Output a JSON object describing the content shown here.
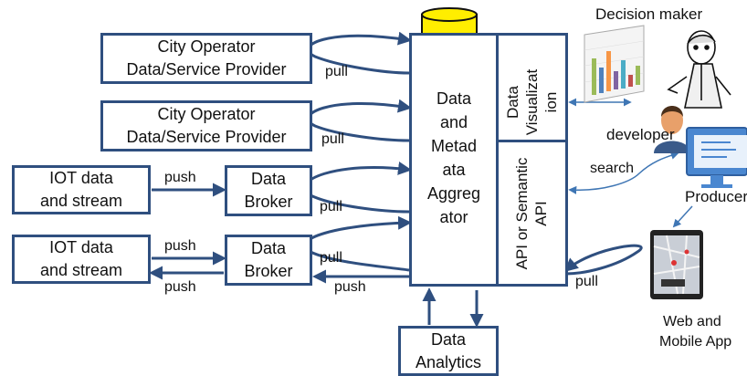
{
  "providers": [
    {
      "line1": "City Operator",
      "line2": "Data/Service Provider",
      "arrow": "pull"
    },
    {
      "line1": "City Operator",
      "line2": "Data/Service Provider",
      "arrow": "pull"
    }
  ],
  "iot": [
    {
      "line1": "IOT data",
      "line2": "and stream",
      "push_label": "push"
    },
    {
      "line1": "IOT data",
      "line2": "and stream",
      "push_label": "push",
      "push_back_label": "push"
    }
  ],
  "brokers": [
    {
      "line1": "Data",
      "line2": "Broker",
      "arrow": "pull"
    },
    {
      "line1": "Data",
      "line2": "Broker",
      "arrow": "pull",
      "push_label": "push"
    }
  ],
  "aggregator": {
    "lines": [
      "Data",
      "and",
      "Metad",
      "ata",
      "Aggreg",
      "ator"
    ]
  },
  "visualization": {
    "line1": "Data",
    "line2": "Visualizat",
    "line3": "ion"
  },
  "api": {
    "line1": "API  or Semantic",
    "line2": "API"
  },
  "analytics": {
    "line1": "Data",
    "line2": "Analytics"
  },
  "right": {
    "decision_maker": "Decision maker",
    "developer": "developer",
    "search": "search",
    "producer": "Producer",
    "pull": "pull",
    "web_app_line1": "Web and",
    "web_app_line2": "Mobile App"
  }
}
